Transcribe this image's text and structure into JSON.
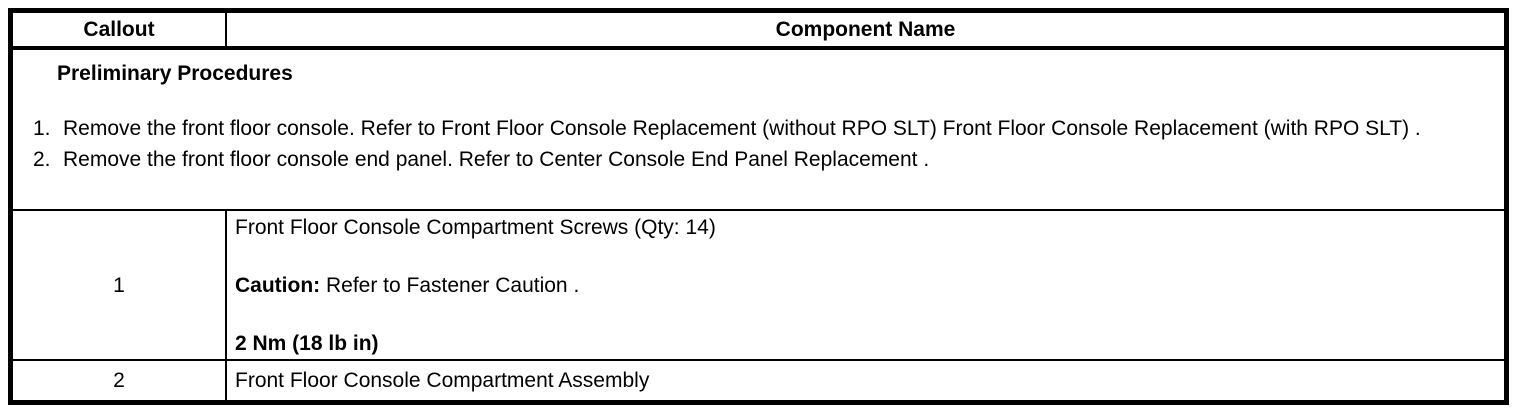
{
  "table": {
    "header": {
      "callout": "Callout",
      "component_name": "Component Name"
    },
    "preliminary": {
      "title": "Preliminary Procedures",
      "steps": [
        {
          "num": "1.",
          "text": "Remove the front floor console. Refer to Front Floor Console Replacement (without RPO SLT) Front Floor Console Replacement (with RPO SLT) ."
        },
        {
          "num": "2.",
          "text": "Remove the front floor console end panel. Refer to Center Console End Panel Replacement ."
        }
      ]
    },
    "rows": [
      {
        "callout": "1",
        "name": "Front Floor Console Compartment Screws (Qty: 14)",
        "caution_label": "Caution:",
        "caution_text": " Refer to Fastener Caution .",
        "torque": "2 Nm (18 lb in)"
      },
      {
        "callout": "2",
        "name": "Front Floor Console Compartment Assembly"
      }
    ]
  },
  "colors": {
    "border": "#000000",
    "text": "#000000",
    "background": "#ffffff"
  }
}
